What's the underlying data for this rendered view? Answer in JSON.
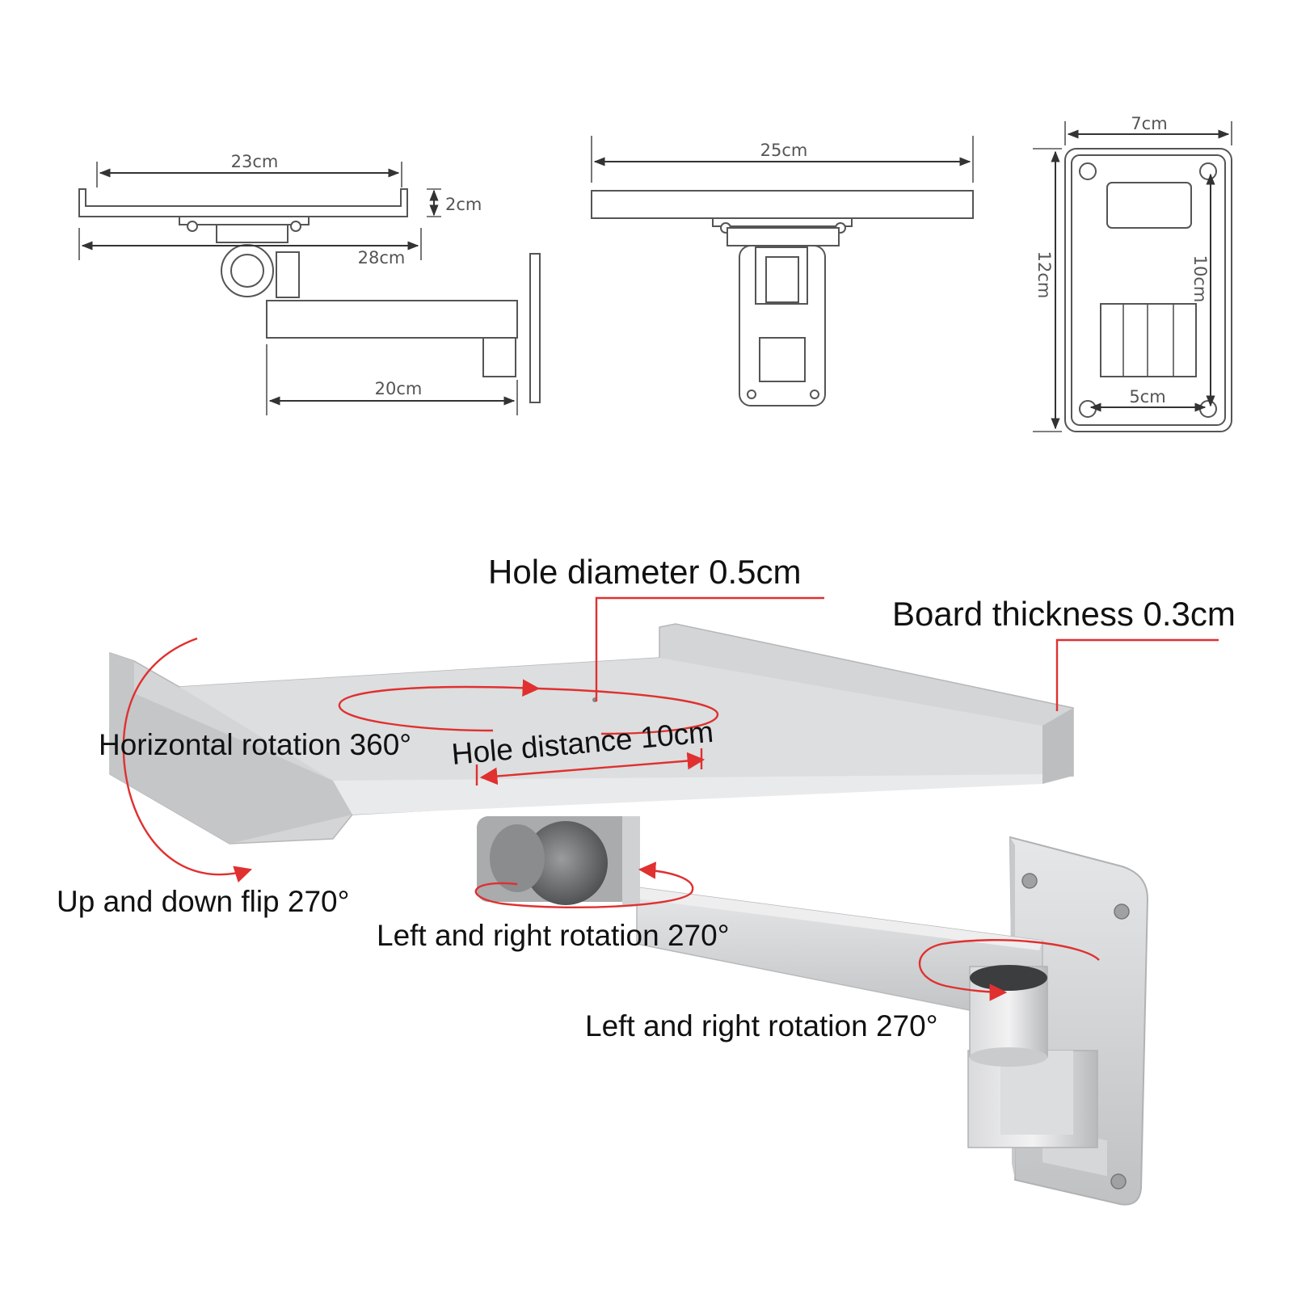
{
  "dimensions": {
    "side_top_width": "23cm",
    "side_edge_height": "2cm",
    "side_overall_width": "28cm",
    "side_arm_length": "20cm",
    "front_width": "25cm",
    "plate_width": "7cm",
    "plate_height": "12cm",
    "plate_hole_vertical": "10cm",
    "plate_hole_horizontal": "5cm"
  },
  "features": {
    "hole_diameter": "Hole diameter 0.5cm",
    "board_thickness": "Board thickness 0.3cm",
    "horizontal_rotation": "Horizontal rotation 360°",
    "hole_distance": "Hole distance 10cm",
    "up_down_flip": "Up and down flip 270°",
    "lr_rotation_joint": "Left and right rotation 270°",
    "lr_rotation_wall": "Left and right rotation 270°"
  },
  "colors": {
    "annotation_red": "#e03030",
    "metal_silver": "#cfd1d3"
  }
}
